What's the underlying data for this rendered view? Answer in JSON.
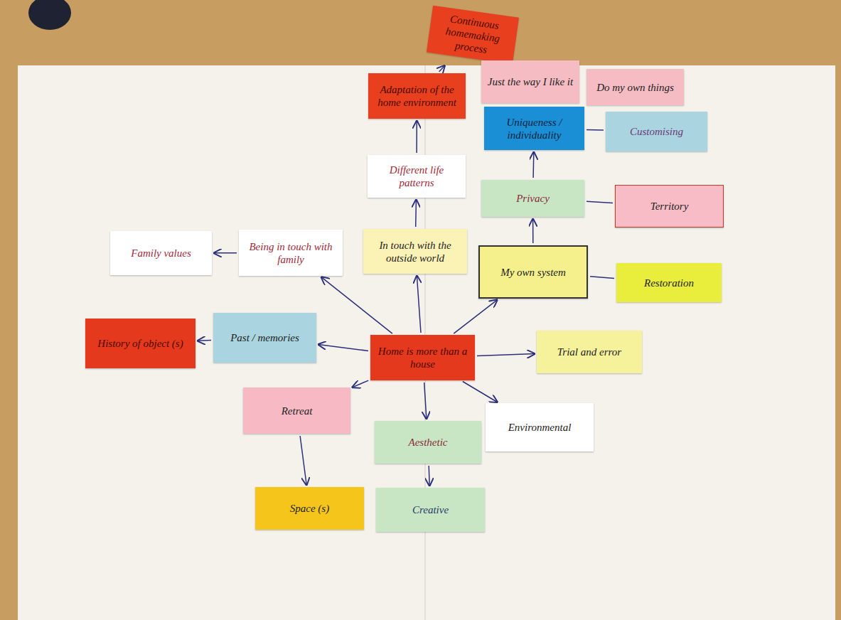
{
  "diagram": {
    "nodes": [
      {
        "text": [
          "Continuous homemaking process"
        ]
      },
      {
        "text": [
          "Just the way I like it"
        ]
      },
      {
        "text": [
          "Do my own things"
        ]
      },
      {
        "text": [
          "Adaptation of the home environment"
        ]
      },
      {
        "text": [
          "Uniqueness / individuality"
        ]
      },
      {
        "text": [
          "Customising"
        ]
      },
      {
        "text": [
          "Different life patterns"
        ]
      },
      {
        "text": [
          "Privacy"
        ]
      },
      {
        "text": [
          "Territory"
        ]
      },
      {
        "text": [
          "Family values"
        ]
      },
      {
        "text": [
          "Being in touch with family"
        ]
      },
      {
        "text": [
          "In touch with the outside world"
        ]
      },
      {
        "text": [
          "My own system"
        ]
      },
      {
        "text": [
          "Restoration"
        ]
      },
      {
        "text": [
          "History of object (s)"
        ]
      },
      {
        "text": [
          "Past / memories"
        ]
      },
      {
        "text": [
          "Home is more than a house"
        ]
      },
      {
        "text": [
          "Trial and error"
        ]
      },
      {
        "text": [
          "Retreat"
        ]
      },
      {
        "text": [
          "Environmental"
        ]
      },
      {
        "text": [
          "Aesthetic"
        ]
      },
      {
        "text": [
          "Space (s)"
        ]
      },
      {
        "text": [
          "Creative"
        ]
      }
    ],
    "edges": [
      {
        "from": 16,
        "to": 15,
        "arrow": "to"
      },
      {
        "from": 15,
        "to": 14,
        "arrow": "to"
      },
      {
        "from": 16,
        "to": 10,
        "arrow": "to"
      },
      {
        "from": 10,
        "to": 9,
        "arrow": "to"
      },
      {
        "from": 16,
        "to": 11,
        "arrow": "to"
      },
      {
        "from": 11,
        "to": 6,
        "arrow": "to"
      },
      {
        "from": 6,
        "to": 3,
        "arrow": "to"
      },
      {
        "from": 3,
        "to": 0,
        "arrow": "to"
      },
      {
        "from": 16,
        "to": 12,
        "arrow": "to"
      },
      {
        "from": 12,
        "to": 7,
        "arrow": "to"
      },
      {
        "from": 7,
        "to": 4,
        "arrow": "to"
      },
      {
        "from": 4,
        "to": 5,
        "arrow": "none"
      },
      {
        "from": 7,
        "to": 8,
        "arrow": "none"
      },
      {
        "from": 12,
        "to": 13,
        "arrow": "none"
      },
      {
        "from": 16,
        "to": 17,
        "arrow": "to"
      },
      {
        "from": 16,
        "to": 18,
        "arrow": "to"
      },
      {
        "from": 18,
        "to": 21,
        "arrow": "to"
      },
      {
        "from": 16,
        "to": 20,
        "arrow": "to"
      },
      {
        "from": 20,
        "to": 22,
        "arrow": "to"
      },
      {
        "from": 16,
        "to": 19,
        "arrow": "to"
      }
    ]
  }
}
